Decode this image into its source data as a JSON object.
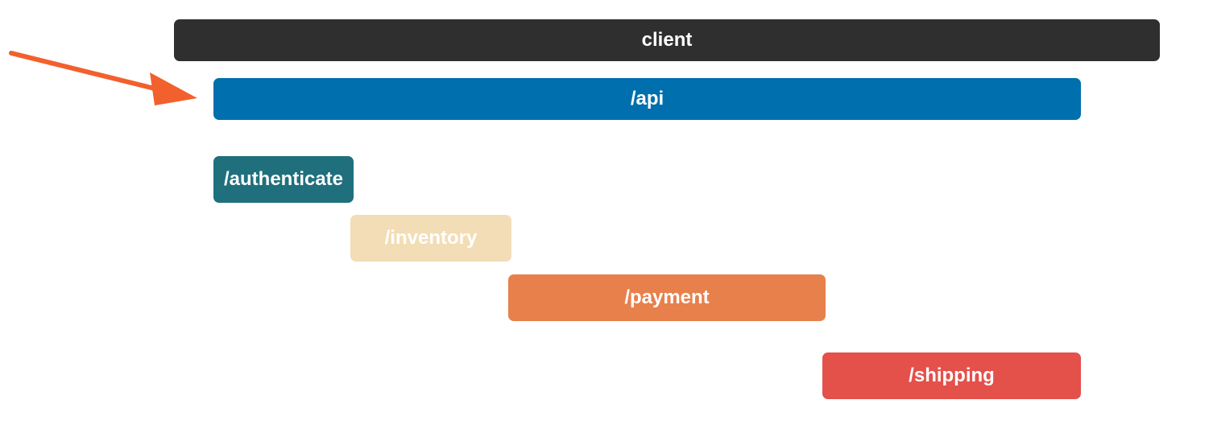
{
  "bars": {
    "client": {
      "label": "client",
      "color": "#2f2f2f",
      "text_color": "#ffffff"
    },
    "api": {
      "label": "/api",
      "color": "#006fae",
      "text_color": "#ffffff"
    },
    "authenticate": {
      "label": "/authenticate",
      "color": "#1f707c",
      "text_color": "#ffffff"
    },
    "inventory": {
      "label": "/inventory",
      "color": "#f3ddb6",
      "text_color": "#ffffff"
    },
    "payment": {
      "label": "/payment",
      "color": "#e8804c",
      "text_color": "#ffffff"
    },
    "shipping": {
      "label": "/shipping",
      "color": "#e4504a",
      "text_color": "#ffffff"
    }
  },
  "arrow": {
    "icon": "arrow-right-icon",
    "color": "#f2602d"
  }
}
